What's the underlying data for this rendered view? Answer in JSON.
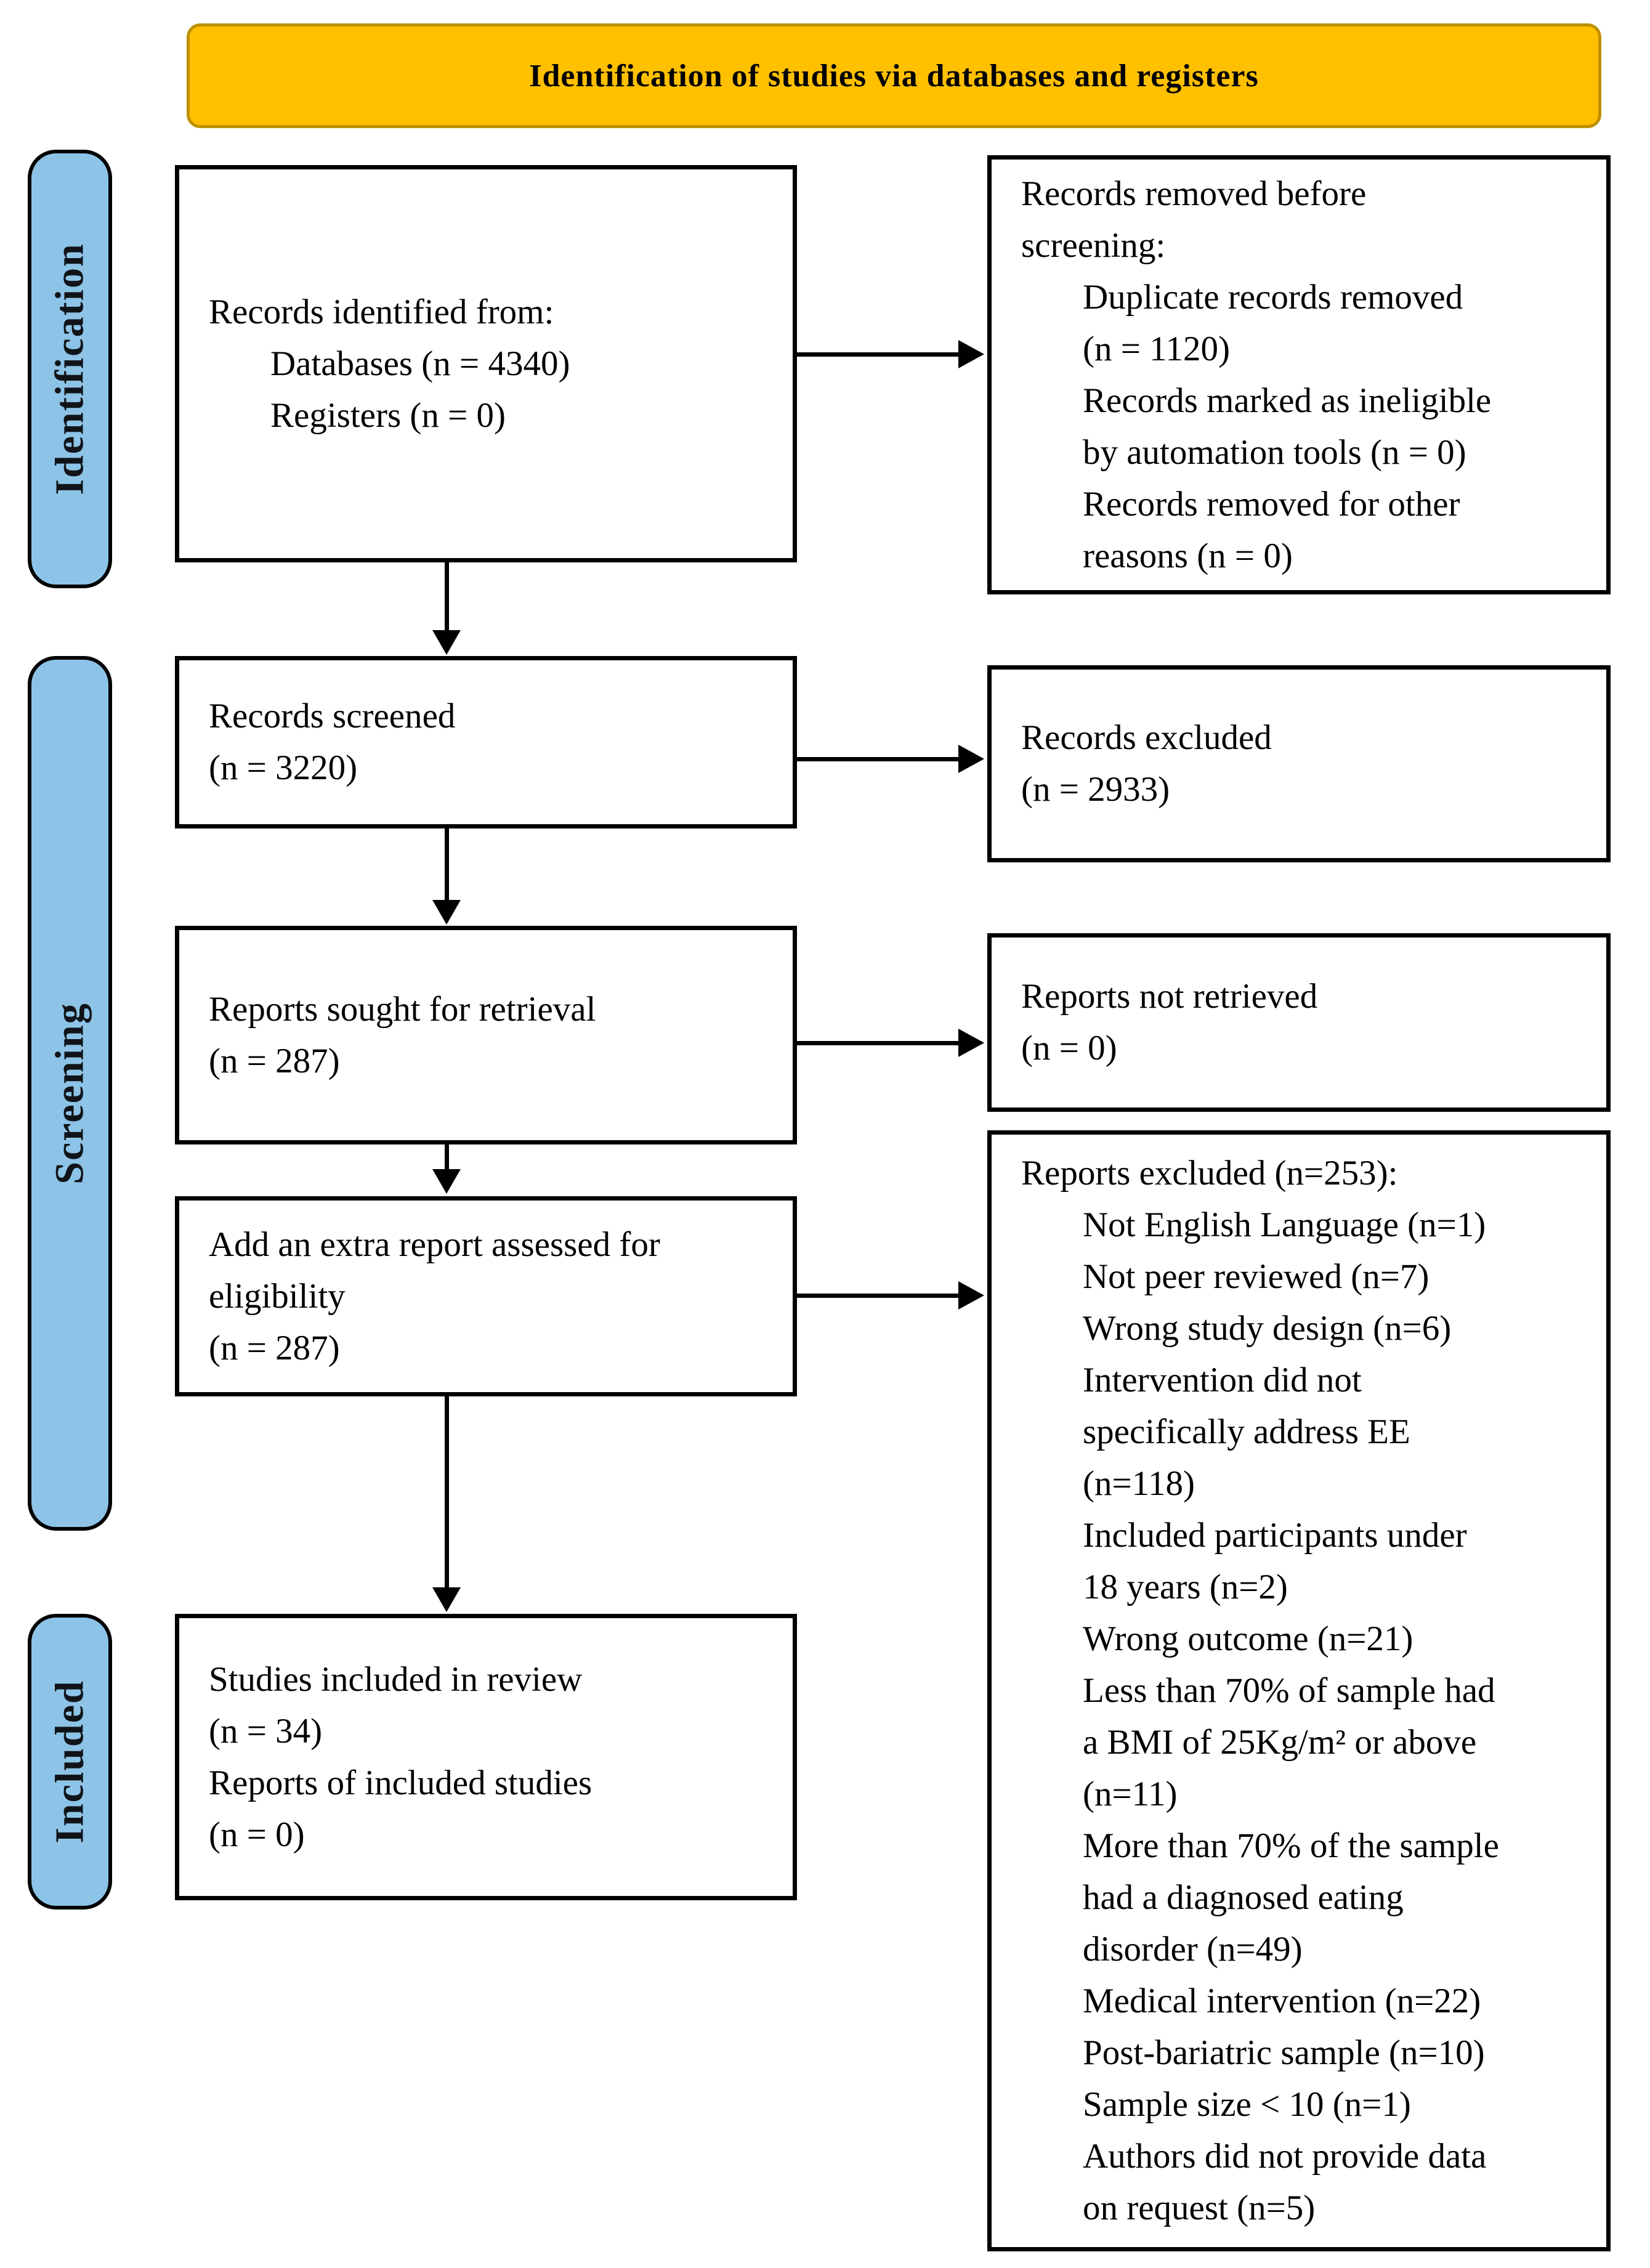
{
  "header": {
    "title": "Identification of studies via databases and registers"
  },
  "colors": {
    "banner_fill": "#FFC000",
    "banner_border": "#BF9000",
    "stage_fill": "#8DC3E6",
    "box_border": "#000000",
    "arrow": "#000000"
  },
  "stages": [
    {
      "label": "Identification"
    },
    {
      "label": "Screening"
    },
    {
      "label": "Included"
    }
  ],
  "boxes": {
    "records_identified": {
      "lines": [
        {
          "text": "Records identified from:",
          "indent": false
        },
        {
          "text": "Databases (n = 4340)",
          "indent": true
        },
        {
          "text": "Registers (n = 0)",
          "indent": true
        }
      ]
    },
    "records_removed": {
      "lines": [
        {
          "text": "Records removed before",
          "indent": false
        },
        {
          "text": "screening:",
          "indent": false
        },
        {
          "text": "Duplicate records removed",
          "indent": true
        },
        {
          "text": "(n = 1120)",
          "indent": true
        },
        {
          "text": "Records marked as ineligible",
          "indent": true
        },
        {
          "text": "by automation tools (n = 0)",
          "indent": true
        },
        {
          "text": "Records removed for other",
          "indent": true
        },
        {
          "text": "reasons (n = 0)",
          "indent": true
        }
      ]
    },
    "records_screened": {
      "lines": [
        {
          "text": "Records screened",
          "indent": false
        },
        {
          "text": "(n = 3220)",
          "indent": false
        }
      ]
    },
    "records_excluded": {
      "lines": [
        {
          "text": "Records excluded",
          "indent": false
        },
        {
          "text": "(n = 2933)",
          "indent": false
        }
      ]
    },
    "reports_sought": {
      "lines": [
        {
          "text": "Reports sought for retrieval",
          "indent": false
        },
        {
          "text": "(n = 287)",
          "indent": false
        }
      ]
    },
    "reports_not_retrieved": {
      "lines": [
        {
          "text": "Reports not retrieved",
          "indent": false
        },
        {
          "text": "(n = 0)",
          "indent": false
        }
      ]
    },
    "reports_assessed": {
      "lines": [
        {
          "text": "Add an extra report assessed for",
          "indent": false
        },
        {
          "text": "eligibility",
          "indent": false
        },
        {
          "text": "(n = 287)",
          "indent": false
        }
      ]
    },
    "reports_excluded": {
      "lines": [
        {
          "text": "Reports excluded (n=253):",
          "indent": false
        },
        {
          "text": "Not English Language (n=1)",
          "indent": true
        },
        {
          "text": "Not peer reviewed (n=7)",
          "indent": true
        },
        {
          "text": "Wrong study design (n=6)",
          "indent": true
        },
        {
          "text": "Intervention did not",
          "indent": true
        },
        {
          "text": "specifically address EE",
          "indent": true
        },
        {
          "text": "(n=118)",
          "indent": true
        },
        {
          "text": "Included participants under",
          "indent": true
        },
        {
          "text": "18 years (n=2)",
          "indent": true
        },
        {
          "text": "Wrong outcome (n=21)",
          "indent": true
        },
        {
          "text": "Less than 70% of sample had",
          "indent": true
        },
        {
          "text": "a BMI of 25Kg/m² or above",
          "indent": true
        },
        {
          "text": "(n=11)",
          "indent": true
        },
        {
          "text": "More than 70% of the sample",
          "indent": true
        },
        {
          "text": "had a diagnosed eating",
          "indent": true
        },
        {
          "text": "disorder (n=49)",
          "indent": true
        },
        {
          "text": "Medical intervention (n=22)",
          "indent": true
        },
        {
          "text": "Post-bariatric sample (n=10)",
          "indent": true
        },
        {
          "text": "Sample size < 10 (n=1)",
          "indent": true
        },
        {
          "text": "Authors did not provide data",
          "indent": true
        },
        {
          "text": "on request (n=5)",
          "indent": true
        }
      ]
    },
    "studies_included": {
      "lines": [
        {
          "text": "Studies included in review",
          "indent": false
        },
        {
          "text": "(n = 34)",
          "indent": false
        },
        {
          "text": "Reports of included studies",
          "indent": false
        },
        {
          "text": "(n = 0)",
          "indent": false
        }
      ]
    }
  }
}
